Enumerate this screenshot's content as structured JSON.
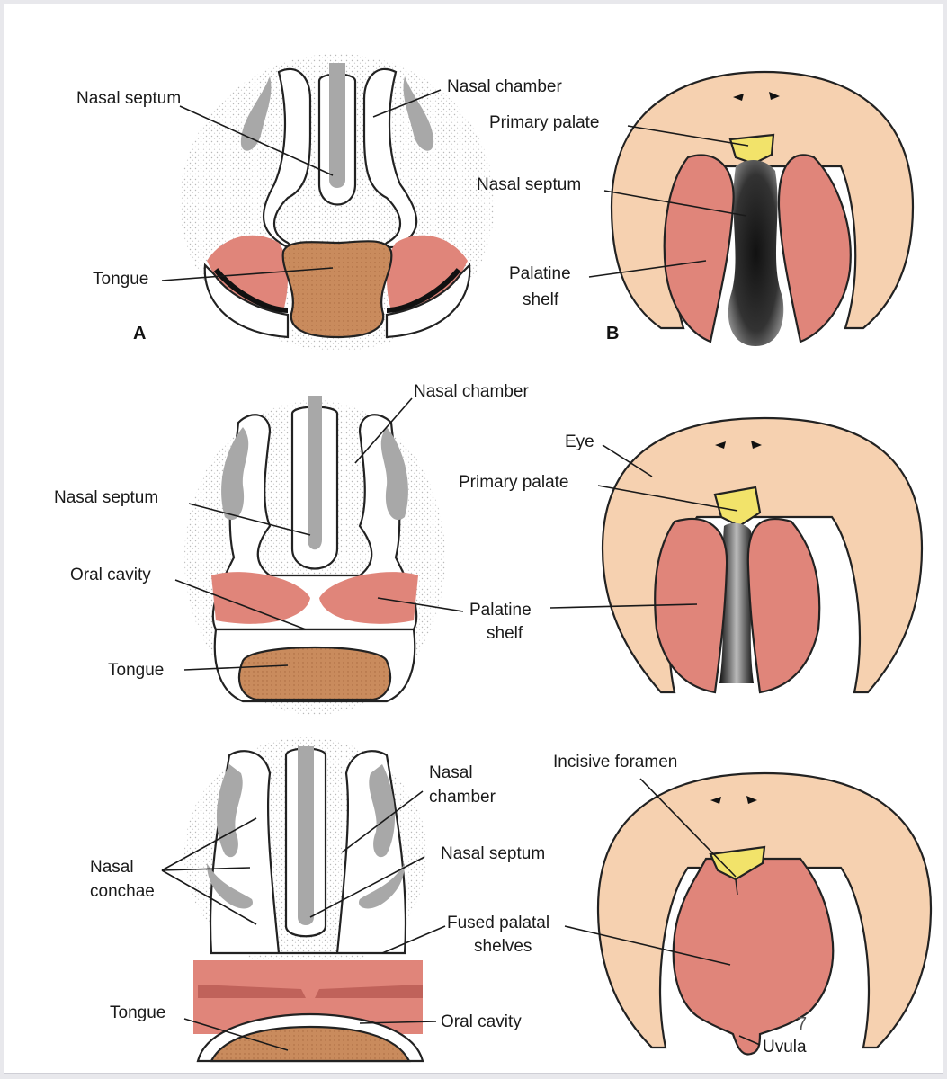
{
  "panel_a": {
    "letter": "A",
    "labels": {
      "nasal_septum": "Nasal septum",
      "nasal_chamber": "Nasal chamber",
      "tongue": "Tongue"
    }
  },
  "panel_b": {
    "letter": "B",
    "labels": {
      "primary_palate": "Primary palate",
      "nasal_septum": "Nasal septum",
      "palatine_shelf_1": "Palatine",
      "palatine_shelf_2": "shelf"
    }
  },
  "panel_c": {
    "labels": {
      "nasal_chamber": "Nasal chamber",
      "nasal_septum": "Nasal septum",
      "oral_cavity": "Oral cavity",
      "tongue": "Tongue"
    }
  },
  "panel_d": {
    "labels": {
      "eye": "Eye",
      "primary_palate": "Primary palate",
      "palatine_shelf_1": "Palatine",
      "palatine_shelf_2": "shelf"
    }
  },
  "panel_e": {
    "labels": {
      "nasal_chamber_1": "Nasal",
      "nasal_chamber_2": "chamber",
      "nasal_conchae_1": "Nasal",
      "nasal_conchae_2": "conchae",
      "nasal_septum": "Nasal septum",
      "fused_shelves_1": "Fused palatal",
      "fused_shelves_2": "shelves",
      "tongue": "Tongue",
      "oral_cavity": "Oral cavity"
    }
  },
  "panel_f": {
    "labels": {
      "incisive_foramen": "Incisive foramen",
      "uvula": "Uvula"
    }
  },
  "page_number": "7",
  "colors": {
    "skin": "#f6d1b0",
    "palatine_shelf": "#e0857a",
    "tongue": "#c98b5d",
    "primary_palate": "#f2e36a",
    "bone_gray": "#a8a8a8",
    "stipple": "#d9d9d9"
  }
}
